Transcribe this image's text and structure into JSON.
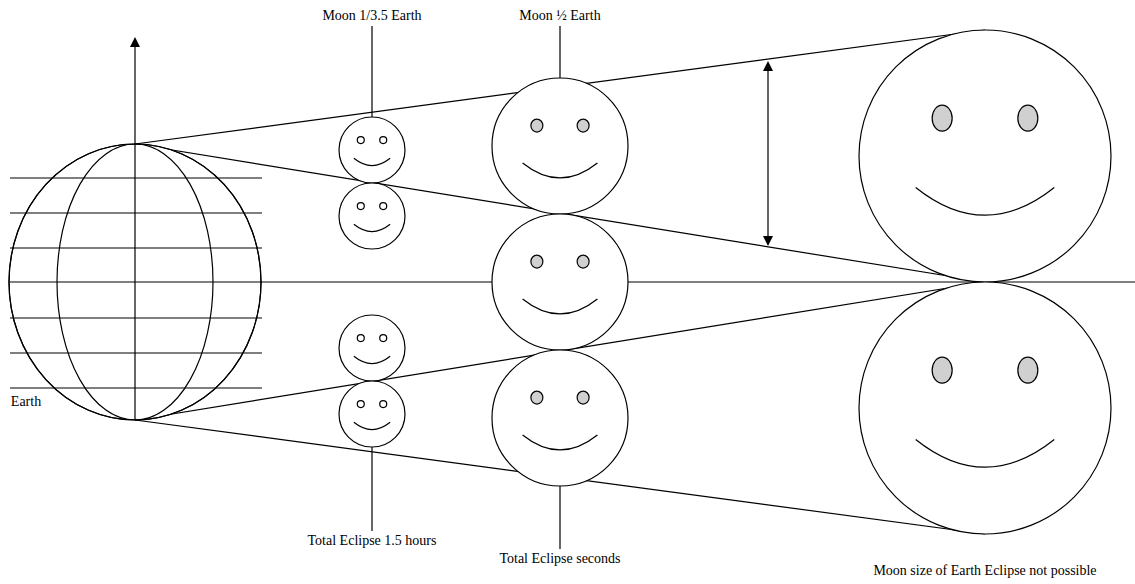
{
  "diagram": {
    "labels": [
      "Moon 1/3.5 Earth",
      "Moon ½ Earth",
      "Earth",
      "Total Eclipse 1.5 hours",
      "Total Eclipse seconds",
      "Moon size of Earth Eclipse not possible"
    ]
  }
}
